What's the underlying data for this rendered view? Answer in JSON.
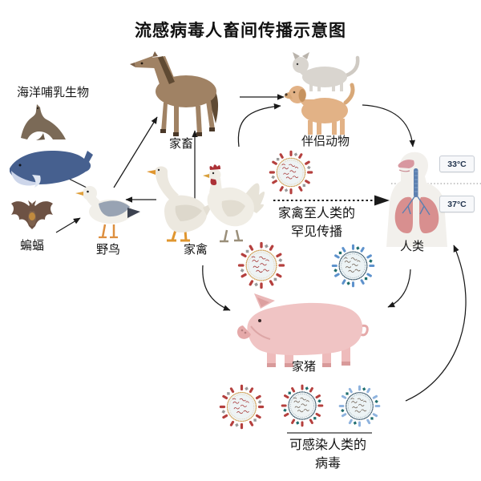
{
  "title": "流感病毒人畜间传播示意图",
  "nodes": {
    "marine_mammals": {
      "label": "海洋哺乳生物",
      "icons": [
        "seal-icon",
        "whale-icon"
      ]
    },
    "bat": {
      "label": "蝙蝠",
      "icons": [
        "bat-icon"
      ]
    },
    "wild_birds": {
      "label": "野鸟",
      "icons": [
        "seagull-icon"
      ]
    },
    "livestock": {
      "label": "家畜",
      "icons": [
        "horse-icon"
      ]
    },
    "companion_animals": {
      "label": "伴侣动物",
      "icons": [
        "cat-icon",
        "dog-icon"
      ]
    },
    "poultry": {
      "label": "家禽",
      "icons": [
        "goose-icon",
        "rooster-icon"
      ]
    },
    "humans": {
      "label": "人类",
      "icons": [
        "human-respiratory-icon"
      ],
      "upper_airway_temp": "33°C",
      "lower_airway_temp": "37°C"
    },
    "pig": {
      "label": "家猪",
      "icons": [
        "pig-icon"
      ]
    }
  },
  "annotations": {
    "rare_transmission": {
      "line1": "家禽至人类的",
      "line2": "罕见传播"
    },
    "human_infecting_viruses": {
      "line1": "可感染人类的",
      "line2": "病毒"
    }
  },
  "virus_icons": [
    "avian-virus-icon",
    "avian-virus-icon",
    "human-virus-icon",
    "avian-virus-icon",
    "reassortant-virus-icon",
    "human-virus-icon"
  ],
  "colors": {
    "virus_red": "#b5403e",
    "virus_gray": "#9a9a9a",
    "virus_blue": "#5e92cc",
    "virus_light_blue": "#8fb3de",
    "virus_teal": "#1f6e6e",
    "virus_ring_tan": "#cf9f55",
    "virus_ring_dark": "#2b4a5e",
    "rna_red": "#a83c3c",
    "rna_brown": "#6d5f52",
    "arrow": "#1a1a1a"
  }
}
